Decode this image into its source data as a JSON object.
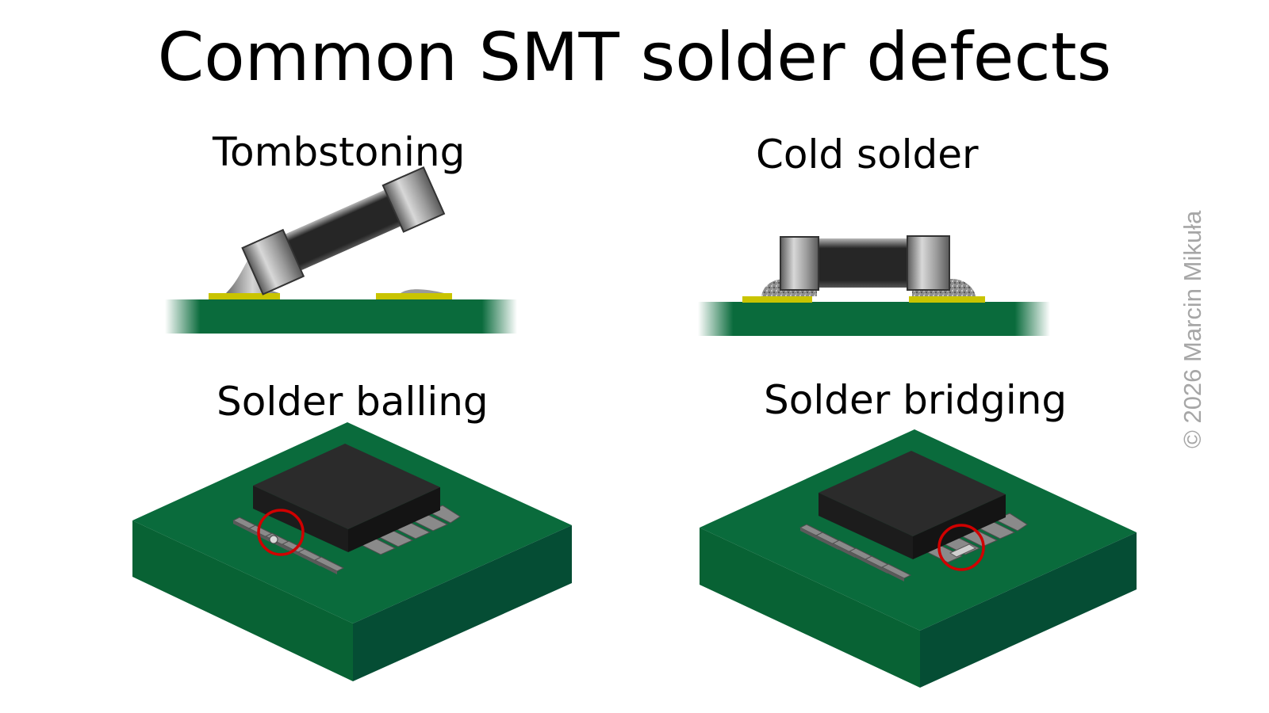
{
  "title": "Common SMT solder defects",
  "panels": {
    "tombstoning": {
      "label": "Tombstoning"
    },
    "cold_solder": {
      "label": "Cold solder"
    },
    "solder_balling": {
      "label": "Solder balling"
    },
    "solder_bridging": {
      "label": "Solder bridging"
    }
  },
  "copyright": "© 2026 Marcin Mikuła",
  "colors": {
    "pcb_top": "#0a6b3c",
    "pcb_left": "#086234",
    "pcb_right": "#054d34",
    "chip": "#262626",
    "pad": "#c9c400",
    "highlight_ring": "#d00000",
    "lead": "#8a8a8a"
  }
}
